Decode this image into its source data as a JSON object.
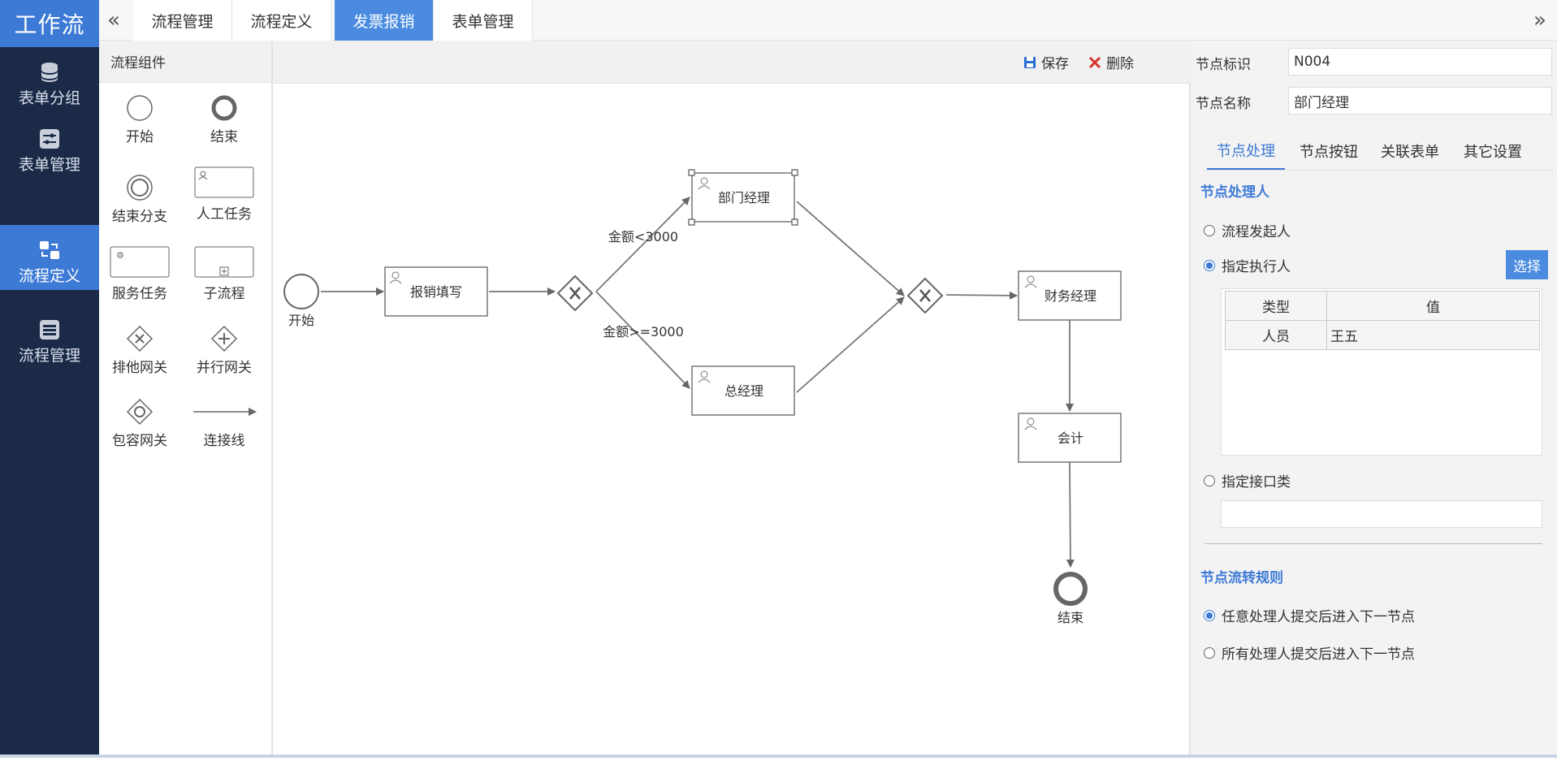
{
  "app": {
    "brand": "工作流"
  },
  "nav": [
    {
      "label": "表单分组",
      "icon": "database-icon"
    },
    {
      "label": "表单管理",
      "icon": "sliders-icon"
    },
    {
      "label": "流程定义",
      "icon": "flow-definition-icon",
      "active": true
    },
    {
      "label": "流程管理",
      "icon": "list-manage-icon"
    }
  ],
  "tabs": [
    {
      "label": "流程管理"
    },
    {
      "label": "流程定义"
    },
    {
      "label": "发票报销",
      "active": true
    },
    {
      "label": "表单管理"
    }
  ],
  "palette": {
    "title": "流程组件",
    "items": [
      {
        "label": "开始",
        "icon": "start-event-icon"
      },
      {
        "label": "结束",
        "icon": "end-event-icon"
      },
      {
        "label": "结束分支",
        "icon": "end-branch-icon"
      },
      {
        "label": "人工任务",
        "icon": "user-task-icon"
      },
      {
        "label": "服务任务",
        "icon": "service-task-icon"
      },
      {
        "label": "子流程",
        "icon": "subprocess-icon"
      },
      {
        "label": "排他网关",
        "icon": "exclusive-gateway-icon"
      },
      {
        "label": "并行网关",
        "icon": "parallel-gateway-icon"
      },
      {
        "label": "包容网关",
        "icon": "inclusive-gateway-icon"
      },
      {
        "label": "连接线",
        "icon": "connector-icon"
      }
    ]
  },
  "toolbar": {
    "save": "保存",
    "delete": "删除"
  },
  "diagram": {
    "start_label": "开始",
    "end_label": "结束",
    "tasks": {
      "fill_form": "报销填写",
      "dept_manager": "部门经理",
      "general_manager": "总经理",
      "finance_manager": "财务经理",
      "accountant": "会计"
    },
    "conditions": {
      "lt": "金额<3000",
      "gte": "金额>=3000"
    }
  },
  "props": {
    "node_id_label": "节点标识",
    "node_id_value": "N004",
    "node_name_label": "节点名称",
    "node_name_value": "部门经理",
    "tabs": [
      "节点处理",
      "节点按钮",
      "关联表单",
      "其它设置"
    ],
    "handler_title": "节点处理人",
    "opt_initiator": "流程发起人",
    "opt_assignee": "指定执行人",
    "select_btn": "选择",
    "table": {
      "headers": [
        "类型",
        "值"
      ],
      "rows": [
        [
          "人员",
          "王五"
        ]
      ]
    },
    "opt_interface": "指定接口类",
    "rule_title": "节点流转规则",
    "rule_any": "任意处理人提交后进入下一节点",
    "rule_all": "所有处理人提交后进入下一节点"
  },
  "colors": {
    "nav_bg": "#1b2a47",
    "accent": "#3d7ad6",
    "tab_active": "#4a8be0",
    "delete_red": "#d9302c"
  }
}
